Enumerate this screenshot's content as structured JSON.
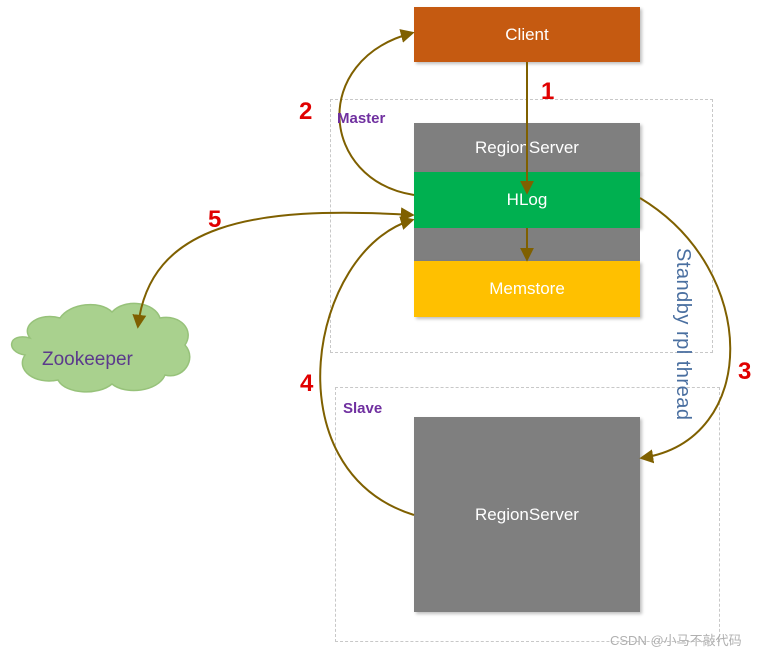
{
  "nodes": {
    "client": "Client",
    "master_regionserver": "RegionServer",
    "hlog": "HLog",
    "memstore": "Memstore",
    "slave_regionserver": "RegionServer",
    "zookeeper": "Zookeeper"
  },
  "groups": {
    "master": "Master",
    "slave": "Slave"
  },
  "steps": {
    "s1": "1",
    "s2": "2",
    "s3": "3",
    "s4": "4",
    "s5": "5"
  },
  "edge_label": "Standby rpl thread",
  "watermark": "CSDN @小马不敲代码",
  "colors": {
    "client": "#c55a11",
    "regionserver": "#7f7f7f",
    "hlog": "#00b050",
    "memstore": "#ffc000",
    "zookeeper": "#a9d18e",
    "arrow": "#7f6000",
    "step": "#e00000",
    "group_label": "#7030a0",
    "edge_label": "#4a6fa0",
    "watermark": "#b0b0b0"
  }
}
